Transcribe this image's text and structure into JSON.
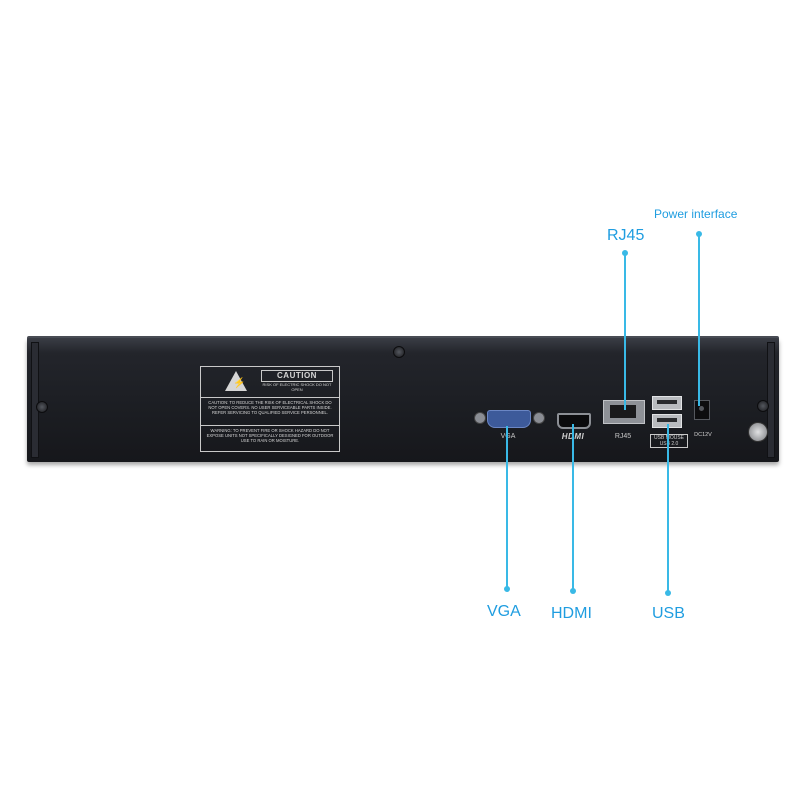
{
  "callouts": {
    "power": "Power interface",
    "rj45": "RJ45",
    "vga": "VGA",
    "hdmi": "HDMI",
    "usb": "USB"
  },
  "device": {
    "caution_title": "CAUTION",
    "caution_sub": "RISK OF ELECTRIC SHOCK DO NOT OPEN",
    "caution_text1": "CAUTION: TO REDUCE THE RISK OF ELECTRICAL SHOCK DO NOT OPEN COVERS. NO USER SERVICEABLE PARTS INSIDE. REFER SERVICING TO QUALIFIED SERVICE PERSONNEL.",
    "caution_text2": "WARNING: TO PREVENT FIRE OR SHOCK HAZARD DO NOT EXPOSE UNITS NOT SPECIFICALLY DESIGNED FOR OUTDOOR USE TO RAIN OR MOISTURE.",
    "port_vga": "VGA",
    "port_hdmi": "HDMI",
    "port_rj45": "RJ45",
    "port_usb": "USB MOUSE",
    "port_usb2": "USB 2.0",
    "port_dc": "DC12V"
  },
  "colors": {
    "accent": "#1f9de0",
    "line": "#39b9e6",
    "device_body": "#1c1e23"
  }
}
